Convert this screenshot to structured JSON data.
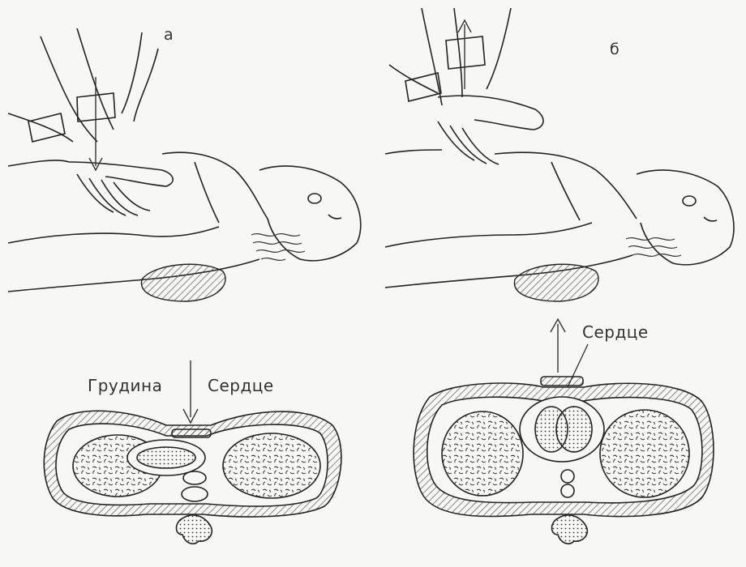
{
  "panels": [
    {
      "id": "a",
      "letter": "а",
      "labels": {
        "sternum": "Грудина",
        "heart": "Сердце"
      }
    },
    {
      "id": "b",
      "letter": "б",
      "labels": {
        "heart": "Сердце"
      }
    }
  ],
  "colors": {
    "ink": "#222222",
    "paper": "#f7f7f5",
    "hatch": "#555555"
  }
}
